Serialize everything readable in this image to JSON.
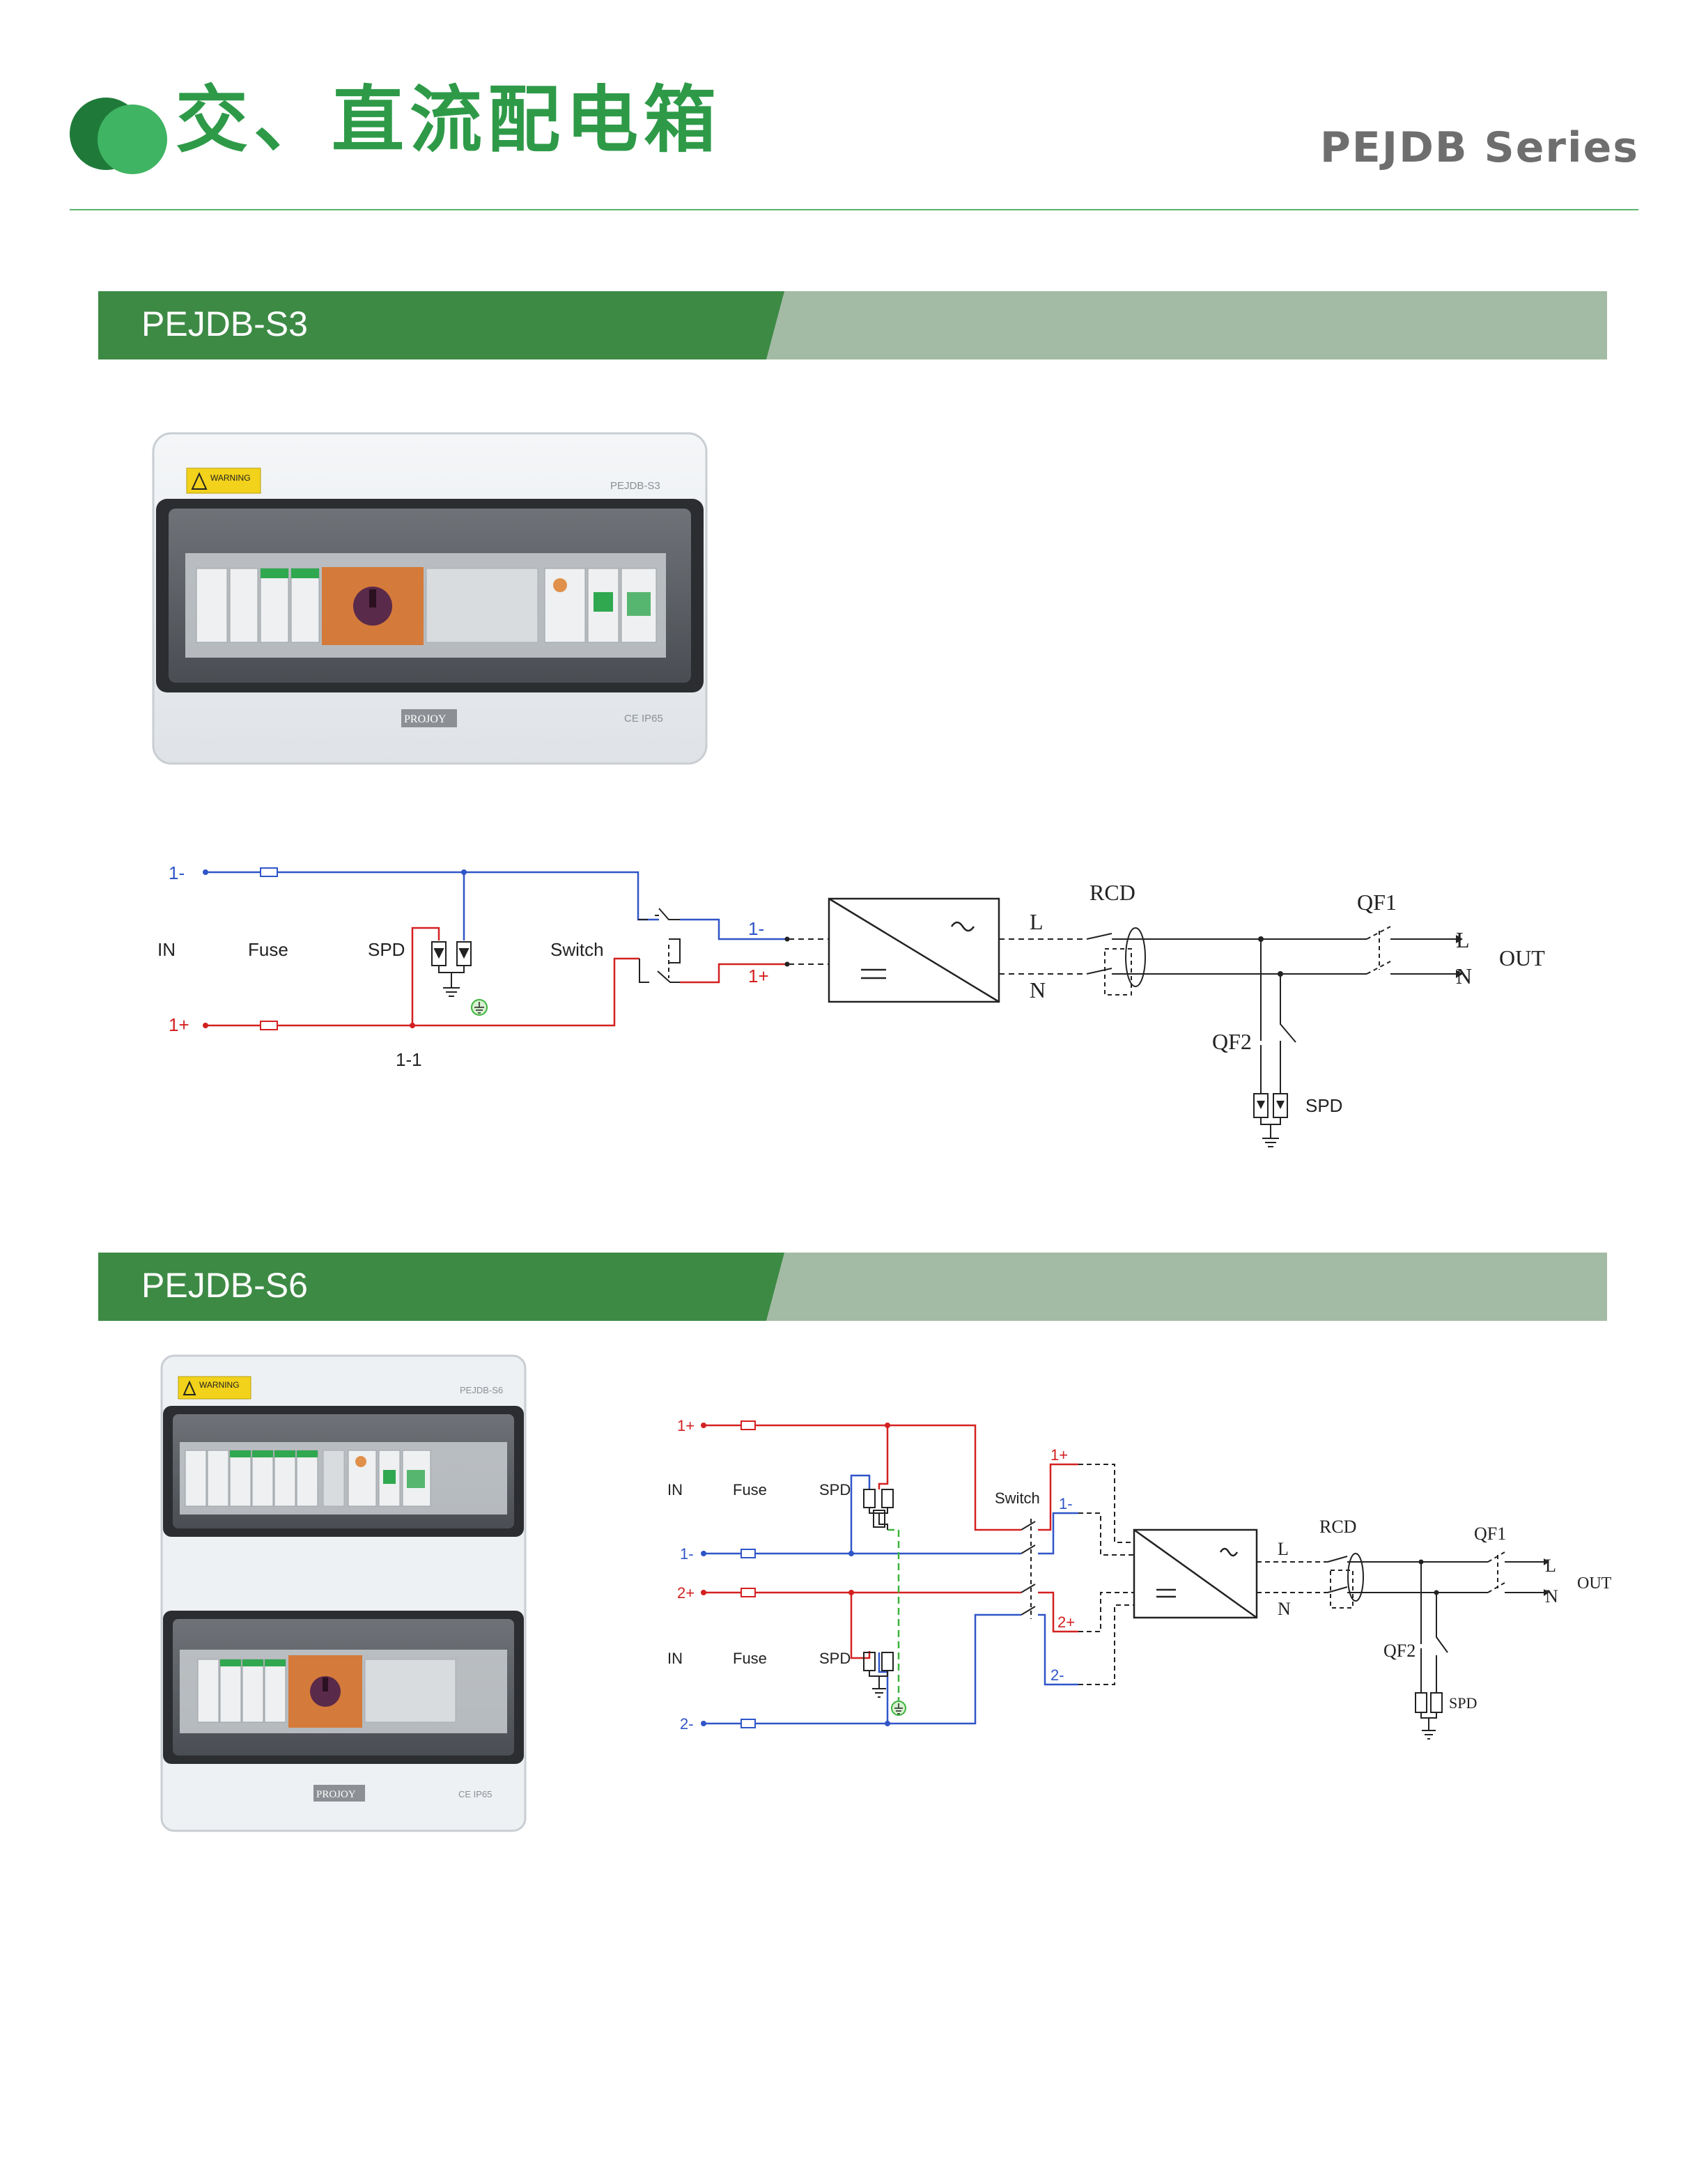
{
  "header": {
    "title": "交、直流配电箱",
    "series": "PEJDB Series"
  },
  "colors": {
    "brand_green": "#2e9a48",
    "band_dark": "#3d8a45",
    "band_light": "#a3bba4",
    "wire_negative": "#2f55c8",
    "wire_positive": "#d42020",
    "wire_ground": "#3cb43c"
  },
  "s3": {
    "heading": "PEJDB-S3",
    "photo": {
      "warning": "WARNING",
      "model": "PEJDB-S3",
      "brand": "PROJOY",
      "cert": "CE IP65"
    },
    "diagram": {
      "in_neg": "1-",
      "in_pos": "1+",
      "in": "IN",
      "fuse": "Fuse",
      "spd": "SPD",
      "switch": "Switch",
      "out_neg": "1-",
      "out_pos": "1+",
      "l": "L",
      "n": "N",
      "rcd": "RCD",
      "qf1": "QF1",
      "qf2": "QF2",
      "spd_ac": "SPD",
      "out": "OUT",
      "out_l": "L",
      "out_n": "N",
      "note": "1-1"
    }
  },
  "s6": {
    "heading": "PEJDB-S6",
    "photo": {
      "warning": "WARNING",
      "model": "PEJDB-S6",
      "brand": "PROJOY",
      "cert": "CE IP65"
    },
    "diagram": {
      "in1_pos": "1+",
      "in1_neg": "1-",
      "in2_pos": "2+",
      "in2_neg": "2-",
      "in_a": "IN",
      "fuse_a": "Fuse",
      "spd_a": "SPD",
      "in_b": "IN",
      "fuse_b": "Fuse",
      "spd_b": "SPD",
      "switch": "Switch",
      "out1_pos": "1+",
      "out1_neg": "1-",
      "out2_pos": "2+",
      "out2_neg": "2-",
      "l": "L",
      "n": "N",
      "rcd": "RCD",
      "qf1": "QF1",
      "qf2": "QF2",
      "spd_ac": "SPD",
      "out": "OUT",
      "out_l": "L",
      "out_n": "N"
    }
  }
}
